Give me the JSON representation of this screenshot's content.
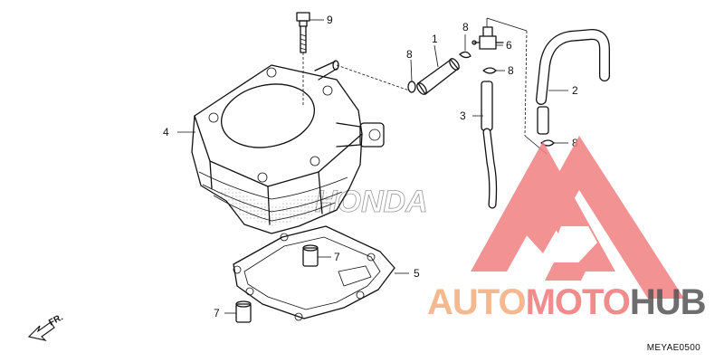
{
  "callouts": {
    "c1": "1",
    "c2": "2",
    "c3": "3",
    "c4": "4",
    "c5": "5",
    "c6": "6",
    "c7a": "7",
    "c7b": "7",
    "c8a": "8",
    "c8b": "8",
    "c8c": "8",
    "c8d": "8",
    "c9": "9"
  },
  "front_indicator": "FR.",
  "watermark_text": "HONDA",
  "watermark": {
    "word1": "AUTO",
    "word2": "MOTO",
    "word3": "HUB",
    "color_orange": "#f4b183",
    "color_red": "#f08080",
    "color_gray": "#555555"
  },
  "reference_code": "MEYAE0500"
}
